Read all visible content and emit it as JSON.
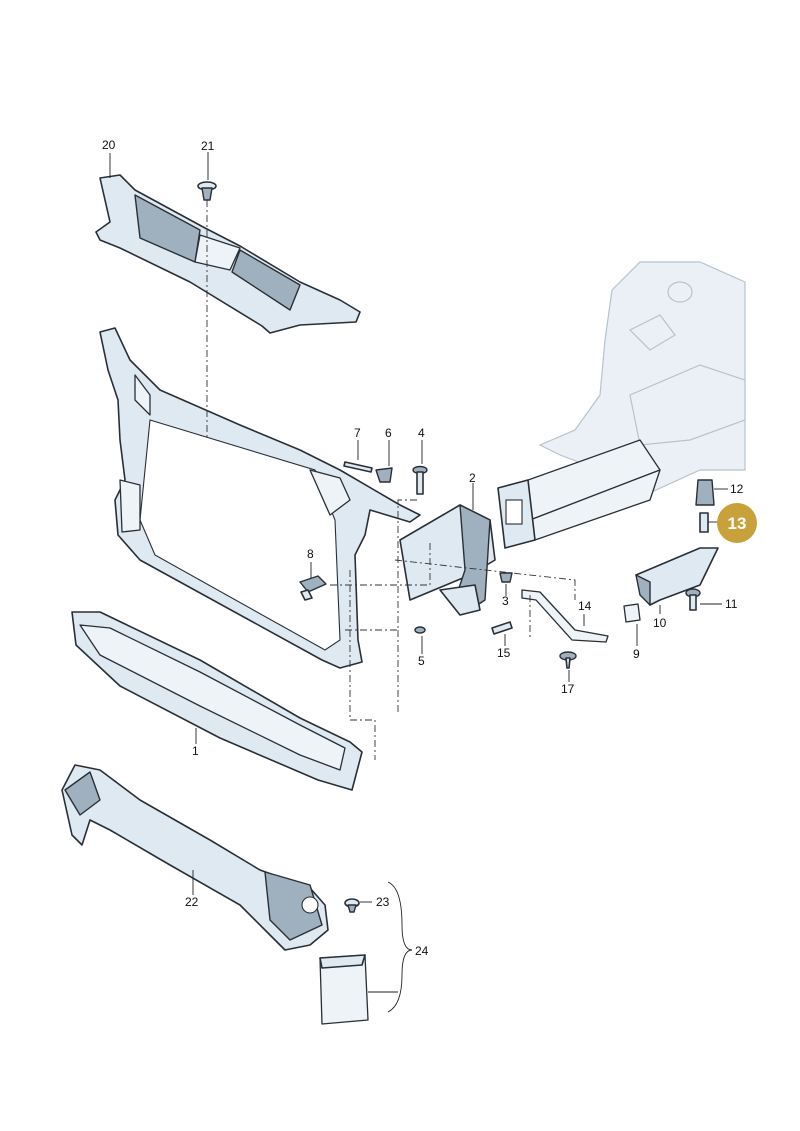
{
  "callouts": [
    {
      "id": "c1",
      "label": "1"
    },
    {
      "id": "c2",
      "label": "2"
    },
    {
      "id": "c3",
      "label": "3"
    },
    {
      "id": "c4",
      "label": "4"
    },
    {
      "id": "c5",
      "label": "5"
    },
    {
      "id": "c6",
      "label": "6"
    },
    {
      "id": "c7",
      "label": "7"
    },
    {
      "id": "c8",
      "label": "8"
    },
    {
      "id": "c9",
      "label": "9"
    },
    {
      "id": "c10",
      "label": "10"
    },
    {
      "id": "c11",
      "label": "11"
    },
    {
      "id": "c12",
      "label": "12"
    },
    {
      "id": "c14",
      "label": "14"
    },
    {
      "id": "c15",
      "label": "15"
    },
    {
      "id": "c17",
      "label": "17"
    },
    {
      "id": "c20",
      "label": "20"
    },
    {
      "id": "c21",
      "label": "21"
    },
    {
      "id": "c22",
      "label": "22"
    },
    {
      "id": "c23",
      "label": "23"
    },
    {
      "id": "c24",
      "label": "24"
    }
  ],
  "highlight": {
    "label": "13",
    "color": "#c9a13b"
  }
}
